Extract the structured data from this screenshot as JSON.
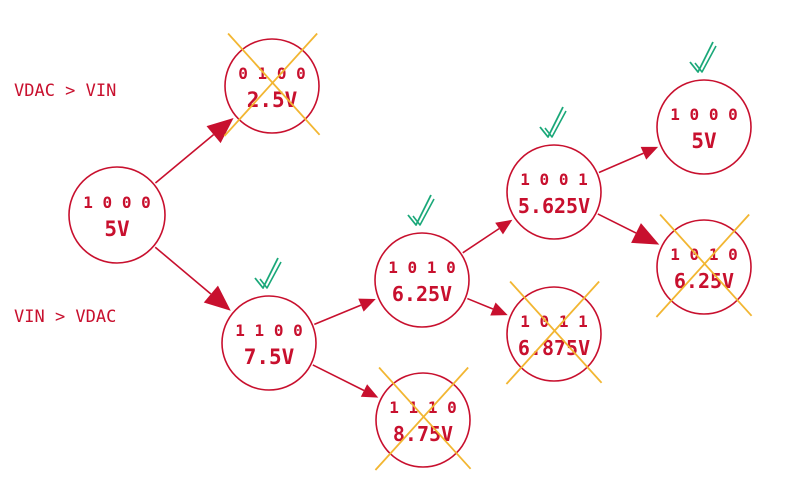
{
  "colors": {
    "node": "#c8102e",
    "cross": "#f2b632",
    "check": "#1aa879"
  },
  "labels": {
    "upper": "VDAC > VIN",
    "lower": "VIN > VDAC"
  },
  "nodes": [
    {
      "id": "n1000",
      "bits": "1 0 0 0",
      "voltage": "5V",
      "status": "none"
    },
    {
      "id": "n0100",
      "bits": "0 1 0 0",
      "voltage": "2.5V",
      "status": "rejected"
    },
    {
      "id": "n1100",
      "bits": "1 1 0 0",
      "voltage": "7.5V",
      "status": "accepted"
    },
    {
      "id": "n1010a",
      "bits": "1 0 1 0",
      "voltage": "6.25V",
      "status": "accepted"
    },
    {
      "id": "n1110",
      "bits": "1 1 1 0",
      "voltage": "8.75V",
      "status": "rejected"
    },
    {
      "id": "n1001",
      "bits": "1 0 0 1",
      "voltage": "5.625V",
      "status": "accepted"
    },
    {
      "id": "n1011",
      "bits": "1 0 1 1",
      "voltage": "6.875V",
      "status": "rejected"
    },
    {
      "id": "n1000b",
      "bits": "1 0 0 0",
      "voltage": "5V",
      "status": "accepted"
    },
    {
      "id": "n1010b",
      "bits": "1 0 1 0",
      "voltage": "6.25V",
      "status": "rejected"
    }
  ],
  "edges": [
    {
      "from": "n1000",
      "to": "n0100",
      "style": "big"
    },
    {
      "from": "n1000",
      "to": "n1100",
      "style": "big"
    },
    {
      "from": "n1100",
      "to": "n1010a",
      "style": "small"
    },
    {
      "from": "n1100",
      "to": "n1110",
      "style": "small"
    },
    {
      "from": "n1010a",
      "to": "n1001",
      "style": "small"
    },
    {
      "from": "n1010a",
      "to": "n1011",
      "style": "small"
    },
    {
      "from": "n1001",
      "to": "n1000b",
      "style": "small"
    },
    {
      "from": "n1001",
      "to": "n1010b",
      "style": "big"
    }
  ]
}
